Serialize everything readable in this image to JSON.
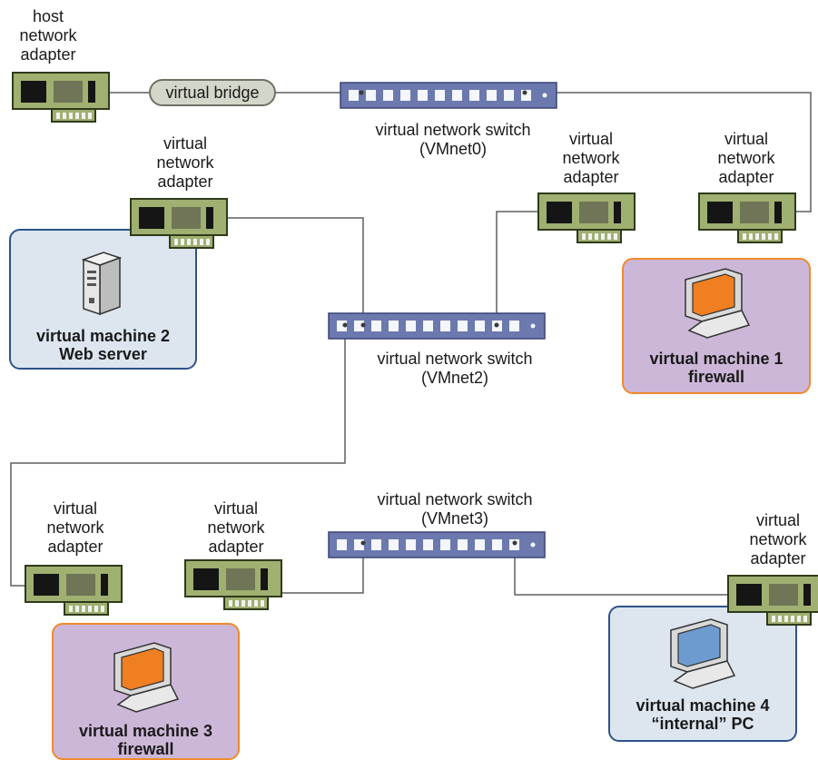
{
  "host_adapter": {
    "lines": [
      "host",
      "network",
      "adapter"
    ]
  },
  "bridge": {
    "label": "virtual bridge"
  },
  "switches": [
    {
      "lines": [
        "virtual network switch",
        "(VMnet0)"
      ]
    },
    {
      "lines": [
        "virtual network switch",
        "(VMnet2)"
      ]
    },
    {
      "lines": [
        "virtual network switch",
        "(VMnet3)"
      ]
    }
  ],
  "adapter_label": {
    "lines": [
      "virtual",
      "network",
      "adapter"
    ]
  },
  "machines": [
    {
      "lines": [
        "virtual machine 2",
        "Web server"
      ],
      "icon": "server-tower-icon"
    },
    {
      "lines": [
        "virtual machine 1",
        "firewall"
      ],
      "icon": "monitor-icon"
    },
    {
      "lines": [
        "virtual machine 3",
        "firewall"
      ],
      "icon": "monitor-icon"
    },
    {
      "lines": [
        "virtual machine 4",
        "“internal” PC"
      ],
      "icon": "monitor-icon"
    }
  ],
  "colors": {
    "switch_fill": "#6b79ae",
    "switch_border": "#3a4373",
    "adapter_fill": "#9fb070",
    "firewall_box": "#cdb7d8",
    "firewall_border": "#f08a2c",
    "internal_box": "#dde5ef",
    "internal_border": "#2d5389",
    "screen_firewall": "#f07f22",
    "screen_internal": "#6e9bcf"
  }
}
